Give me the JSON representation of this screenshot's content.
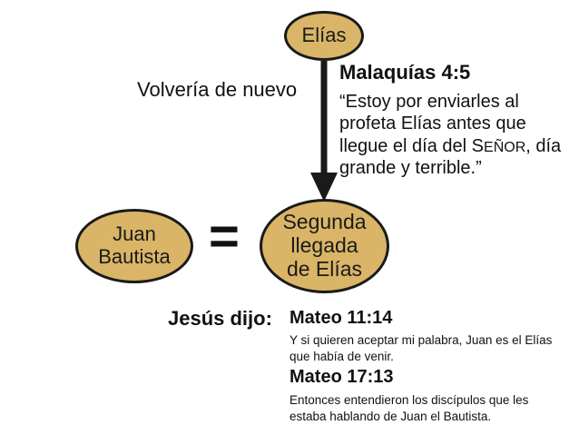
{
  "nodes": {
    "elias": "Elías",
    "segunda": [
      "Segunda",
      "llegada",
      "de Elías"
    ],
    "juan": [
      "Juan",
      "Bautista"
    ]
  },
  "arrow_label": "Volvería de nuevo",
  "equals_sign": "=",
  "malaquias": {
    "title": "Malaquías 4:5",
    "quote_before": "“Estoy por enviarles al profeta Elías antes que llegue el día del S",
    "quote_smallcaps": "EÑOR",
    "quote_after": ", día grande y terrible.”"
  },
  "jesus_dijo": "Jesús dijo:",
  "mateo_11": {
    "title": "Mateo 11:14",
    "text": "Y si quieren aceptar mi palabra, Juan es el Elías que había de venir."
  },
  "mateo_17": {
    "title": "Mateo 17:13",
    "text": "Entonces entendieron los discípulos que les estaba hablando de Juan el Bautista."
  },
  "colors": {
    "node_fill": "#dab567",
    "outline": "#1a1a1a"
  }
}
